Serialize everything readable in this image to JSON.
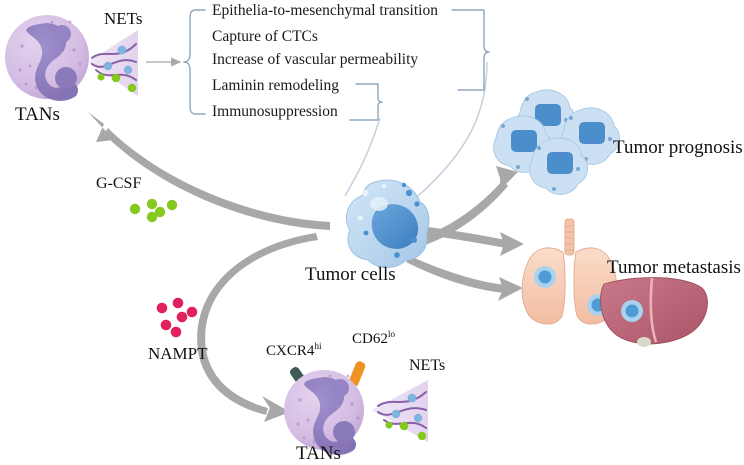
{
  "figure": {
    "title": "Tumor cell – TAN (tumor-associated neutrophil) crosstalk schematic",
    "background_color": "#ffffff"
  },
  "effects_list": {
    "items": [
      {
        "id": "emt",
        "label": "Epithelia-to-mesenchymal transition"
      },
      {
        "id": "ctc",
        "label": "Capture of CTCs"
      },
      {
        "id": "perm",
        "label": "Increase of vascular permeability"
      },
      {
        "id": "lam",
        "label": "Laminin remodeling"
      },
      {
        "id": "imm",
        "label": "Immunosuppression"
      }
    ],
    "group_upper": [
      "emt",
      "ctc",
      "perm"
    ],
    "group_lower": [
      "lam",
      "imm"
    ],
    "brace_color": "#8fa5bd"
  },
  "nodes": {
    "tans_top": {
      "label": "TANs",
      "cell_color": "#d6c0e4",
      "nucleus_color": "#8b7cc0"
    },
    "nets_top": {
      "label": "NETs",
      "fan_color": "#e9def0",
      "strand_color": "#8b5fa8"
    },
    "tans_bottom": {
      "label": "TANs",
      "cell_color": "#d6c0e4",
      "nucleus_color": "#8b7cc0"
    },
    "nets_bottom": {
      "label": "NETs",
      "fan_color": "#e9def0",
      "strand_color": "#8b5fa8"
    },
    "tumor_cells": {
      "label": "Tumor cells",
      "cell_color": "#bad6ef",
      "nucleus_color": "#4a8fd0"
    },
    "tumor_prognosis": {
      "label": "Tumor prognosis",
      "cell_color": "#cbe0f2",
      "nucleus_color": "#3f82c6",
      "cell_count": 4
    },
    "tumor_metastasis": {
      "label": "Tumor metastasis",
      "lung_color": "#f8cdb6",
      "liver_color": "#bd6d7d",
      "lesion_color": "#5ba3d9"
    }
  },
  "factors": {
    "gcsf": {
      "label": "G-CSF",
      "dot_color": "#86c91e",
      "dot_count": 5
    },
    "nampt": {
      "label": "NAMPT",
      "dot_color": "#e0215c",
      "dot_count": 6
    }
  },
  "receptors": {
    "cxcr4": {
      "label": "CXCR4",
      "superscript": "hi",
      "color": "#3f5a55"
    },
    "cd62": {
      "label": "CD62",
      "superscript": "lo",
      "color": "#f09326"
    }
  },
  "arrows": {
    "color_thick": "#a8a8a8",
    "color_thin": "#a9a9a9",
    "thin_curve_color": "#c7d2de",
    "items": [
      {
        "id": "nets-to-list",
        "from": "nets_top",
        "to": "effects_list",
        "style": "thin"
      },
      {
        "id": "tumor-to-tans-top",
        "from": "tumor_cells",
        "to": "tans_top",
        "style": "thick"
      },
      {
        "id": "tumor-to-tans-bottom",
        "from": "tumor_cells",
        "to": "tans_bottom",
        "style": "thick"
      },
      {
        "id": "tumor-to-prognosis",
        "from": "tumor_cells",
        "to": "tumor_prognosis",
        "style": "thick"
      },
      {
        "id": "tumor-to-metastasis-a",
        "from": "tumor_cells",
        "to": "tumor_metastasis",
        "style": "thick"
      },
      {
        "id": "tumor-to-metastasis-b",
        "from": "tumor_cells",
        "to": "tumor_metastasis",
        "style": "thick"
      }
    ]
  }
}
